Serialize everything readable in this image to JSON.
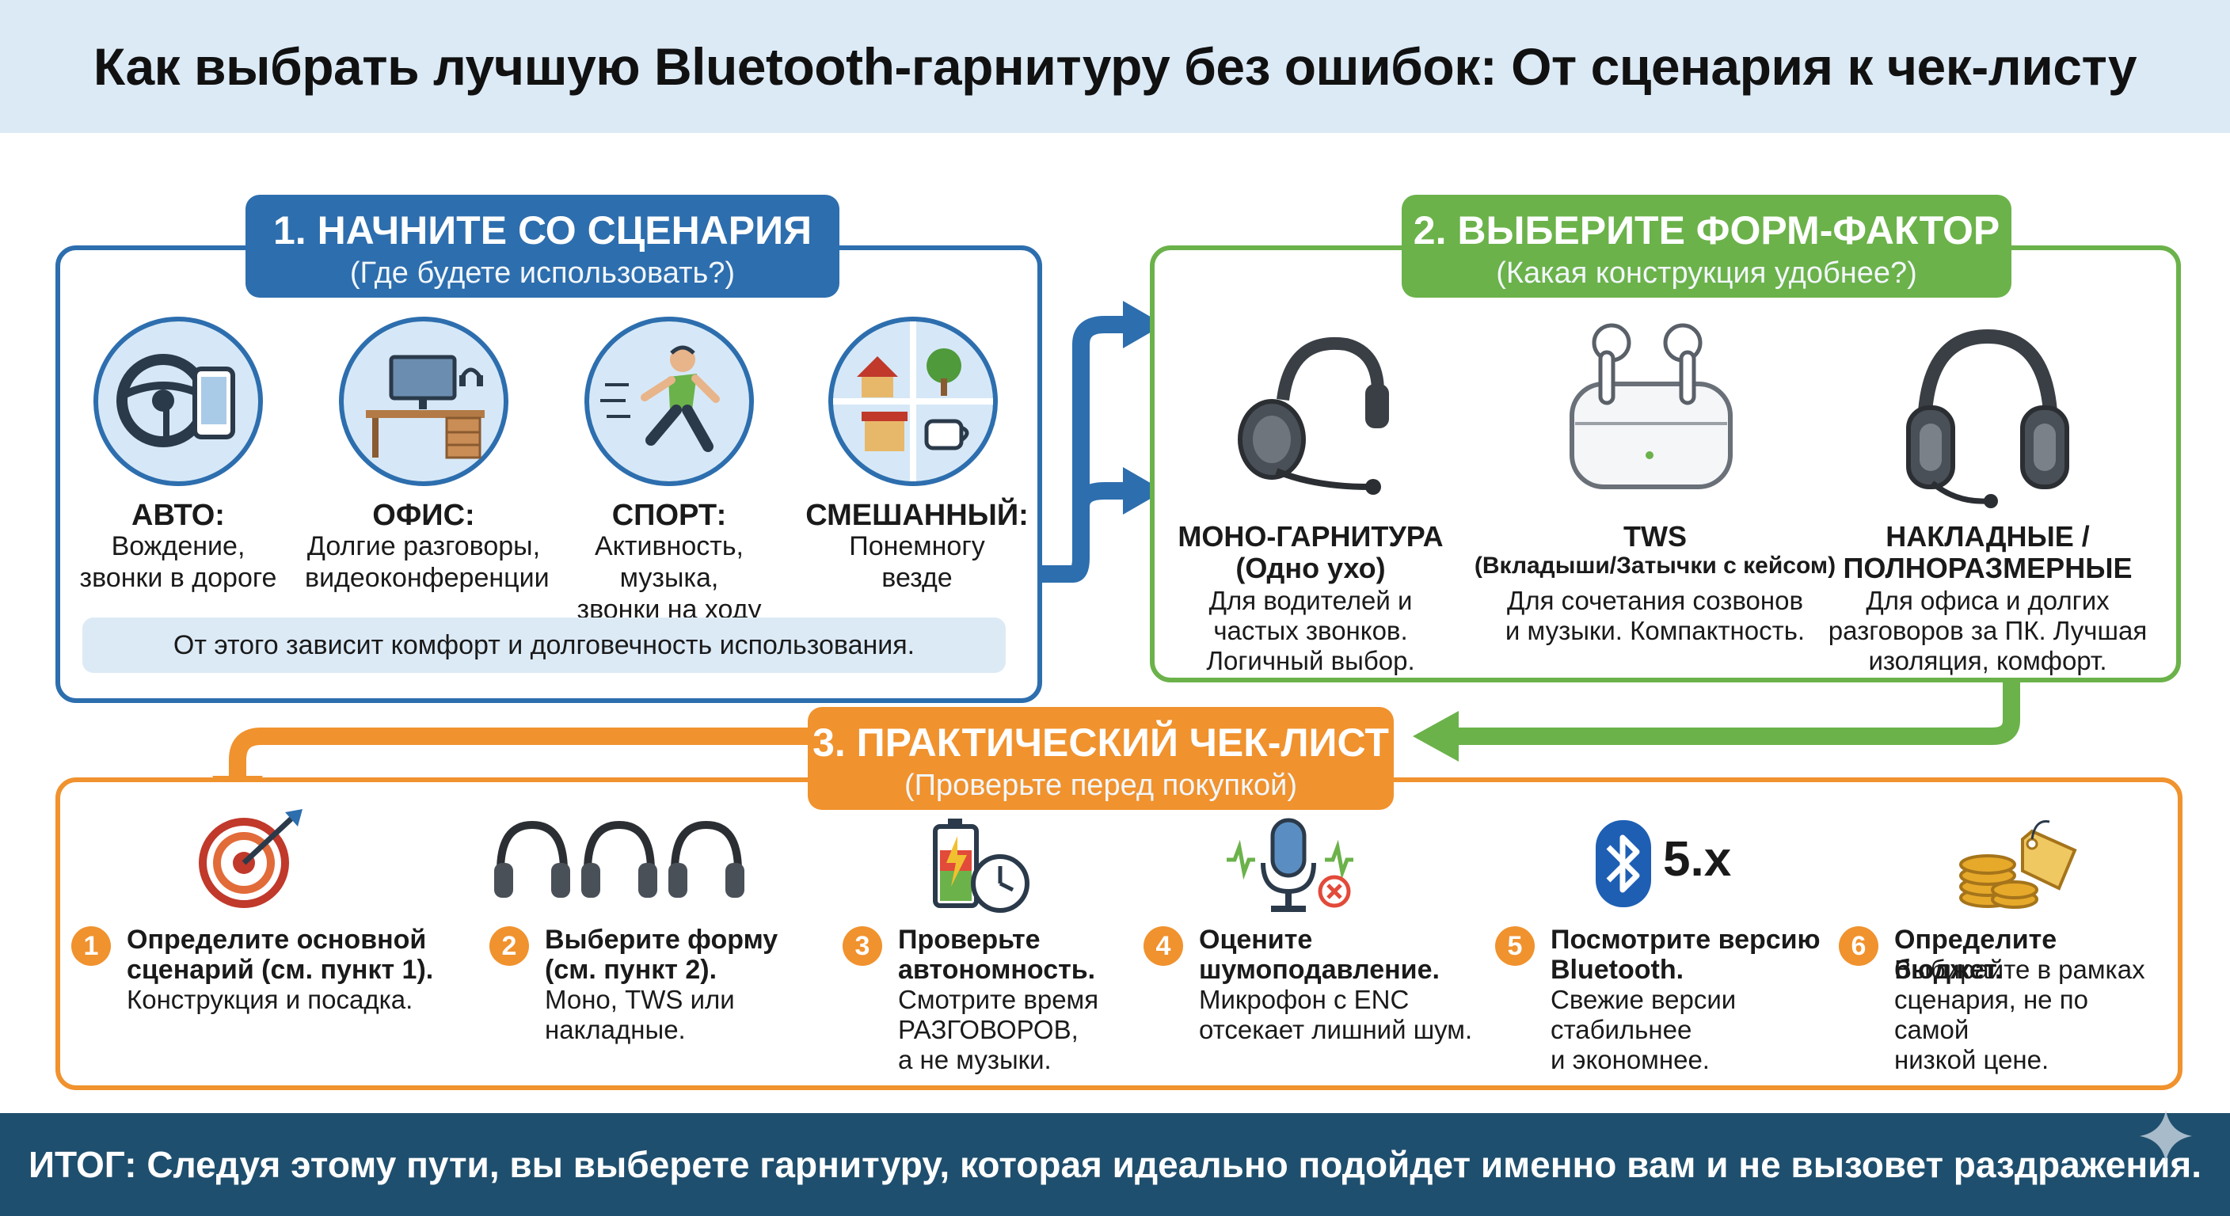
{
  "title": "Как выбрать лучшую Bluetooth-гарнитуру без ошибок: От сценария к чек-листу",
  "colors": {
    "blue": "#2d6eae",
    "green": "#6bb24a",
    "orange": "#f0922e",
    "footer": "#1f4f6e"
  },
  "step1": {
    "title": "1. НАЧНИТЕ СО СЦЕНАРИЯ",
    "subtitle": "(Где будете использовать?)",
    "scenarios": [
      {
        "icon": "steering-wheel-phone-icon",
        "title": "АВТО:",
        "desc": [
          "Вождение,",
          "звонки в дороге"
        ]
      },
      {
        "icon": "office-desk-icon",
        "title": "ОФИС:",
        "desc": [
          "Долгие разговоры,",
          "видеоконференции"
        ]
      },
      {
        "icon": "runner-icon",
        "title": "СПОРТ:",
        "desc": [
          "Активность, музыка,",
          "звонки на ходу"
        ]
      },
      {
        "icon": "mixed-places-icon",
        "title": "СМЕШАННЫЙ:",
        "desc": [
          "Понемногу",
          "везде"
        ]
      }
    ],
    "note": "От этого зависит комфорт и долговечность использования."
  },
  "step2": {
    "title": "2. ВЫБЕРИТЕ ФОРМ-ФАКТОР",
    "subtitle": "(Какая конструкция удобнее?)",
    "items": [
      {
        "icon": "mono-headset-icon",
        "title": [
          "МОНО-ГАРНИТУРА",
          "(Одно ухо)"
        ],
        "desc": [
          "Для водителей и",
          "частых звонков.",
          "Логичный выбор."
        ]
      },
      {
        "icon": "tws-earbuds-icon",
        "title": [
          "TWS",
          "(Вкладыши/Затычки с кейсом)"
        ],
        "desc": [
          "Для сочетания созвонов",
          "и музыки. Компактность."
        ]
      },
      {
        "icon": "over-ear-headset-icon",
        "title": [
          "НАКЛАДНЫЕ /",
          "ПОЛНОРАЗМЕРНЫЕ"
        ],
        "desc": [
          "Для офиса и долгих",
          "разговоров за ПК. Лучшая",
          "изоляция, комфорт."
        ]
      }
    ]
  },
  "step3": {
    "title": "3. ПРАКТИЧЕСКИЙ ЧЕК-ЛИСТ",
    "subtitle": "(Проверьте перед покупкой)",
    "items": [
      {
        "num": "1",
        "icon": "target-icon",
        "title": [
          "Определите основной",
          "сценарий (см. пункт 1)."
        ],
        "desc": [
          "Конструкция и посадка."
        ]
      },
      {
        "num": "2",
        "icon": "headsets-icon",
        "title": [
          "Выберите форму",
          "(см. пункт 2)."
        ],
        "desc": [
          "Моно, TWS или",
          "накладные."
        ]
      },
      {
        "num": "3",
        "icon": "battery-clock-icon",
        "title": [
          "Проверьте",
          "автономность."
        ],
        "desc": [
          "Смотрите время",
          "РАЗГОВОРОВ,",
          "а не музыки."
        ]
      },
      {
        "num": "4",
        "icon": "microphone-noise-icon",
        "title": [
          "Оцените",
          "шумоподавление."
        ],
        "desc": [
          "Микрофон с ENC",
          "отсекает лишний шум."
        ]
      },
      {
        "num": "5",
        "icon": "bluetooth-icon",
        "badge": "5.x",
        "title": [
          "Посмотрите версию",
          "Bluetooth."
        ],
        "desc": [
          "Свежие версии",
          "стабильнее",
          "и экономнее."
        ]
      },
      {
        "num": "6",
        "icon": "coins-tag-icon",
        "title": [
          "Определите бюджет."
        ],
        "desc": [
          "Выбирайте в рамках",
          "сценария, не по самой",
          "низкой цене."
        ]
      }
    ]
  },
  "footer": "ИТОГ: Следуя этому пути, вы выберете гарнитуру, которая идеально подойдет именно вам и не вызовет раздражения."
}
